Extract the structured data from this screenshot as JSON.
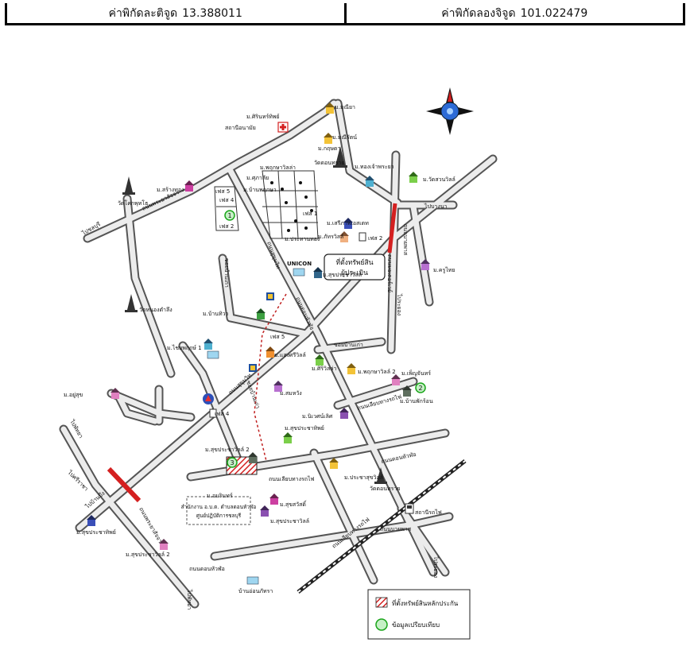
{
  "coordinates": {
    "lat_label": "ค่าพิกัดละติจูด",
    "lat_value": "13.388011",
    "lon_label": "ค่าพิกัดลองจิจูด",
    "lon_value": "101.022479"
  },
  "colors": {
    "road_fill": "#ececec",
    "road_edge": "#555555",
    "subject_red": "#d42020",
    "marker_green": "#1aa51a",
    "railway": "#222222"
  },
  "compass": {
    "icon": "compass-rose-icon"
  },
  "place_labels": {
    "moo_maneeya": "ม.มณียา",
    "moo_sirinthip": "ม.ศิรินทร์ทิพย์",
    "hospital": "สถานีอนามัย",
    "moo_kritsada": "ม.กฤษดา",
    "moo_manee": "ม.มณีรัตน์",
    "wat_road": "วัดดอนทราย",
    "moo_pruksa": "ม.พฤกษาวิลล่า",
    "moo_supha": "ม.ศุภาลัย",
    "moo_baan_pruksa": "ม.บ้านพฤกษา",
    "moo_thong": "ม.ทองเจ้าพระยา",
    "phase5": "เฟส 5",
    "phase4": "เฟส 4",
    "phase2": "เฟส 2",
    "phase1": "เฟส 1",
    "unicon": "UNICON",
    "subject_box_1": "ที่ตั้งทรัพย์สิน",
    "subject_box_2": "ผู้ประเมิน",
    "moo_sukprachakit": "ม.สุขประชาวิลล์",
    "wat_nok": "วัดโคกพุทโธ",
    "moo_seri": "ม.เสรีภาพเอสเตท",
    "moo_pat": "ม.ภัทรวิลล์",
    "moo_pratanthong": "ม.ประทานทอง",
    "moo_kruthai": "ม.ครูไทย",
    "moo_baantiwa": "ม.บ้านทิวา",
    "moo_chaiyaphruek": "ม.ไชยพฤกษ์ 1",
    "moo_sawangsri": "ม.แสงศรีวิลล์",
    "moo_sirivilla": "ม.ศิริวิลล่า",
    "moo_pruksa2": "ม.พฤกษาวิลล์ 2",
    "moo_panchan": "ม.เพ็ญจันทร์",
    "moo_samneum": "ม.สมหวัง",
    "moo_yu": "ม.อยู่สุข",
    "moo_ban_puk": "ม.บ้านพักร้อน",
    "moo_niwet": "ม.นิเวศน์เลิศ",
    "moo_sukprachathip": "ม.สุขประชาทิพย์",
    "moo_sukpracha2": "ม.สุขประชาวิลล์ 2",
    "moo_pracha": "ม.ประชาสุขวิลล์",
    "moo_suksawat": "ม.สุขสวัสดิ์",
    "moo_amrin": "ม.อมรินทร์",
    "wat_nong": "วัดหนองตำลึง",
    "station": "สถานีรถไฟ",
    "moo_sangthong": "ม.สร้างทอง",
    "government_office": "สำนักงาน อ.บ.ต. ตำบลดอนหัวฬ่อ",
    "government_office_2": "ศูนย์ปฏิบัติการชลบุรี",
    "ban_onbhadra": "บ้านอ่อนภัทรา",
    "moo_watsuan": "ม.วัดสวนวิลล์",
    "to_chonburi": "ไปชลบุรี",
    "to_bangna": "ไปบางนา",
    "to_rayong": "ไประยอง",
    "to_pattaya": "ไปพัทยา",
    "to_banbueng": "ไปบ้านบึง",
    "to_sriracha": "ไปศรีราชา",
    "road_main_1": "ถนนสุขุมวิท",
    "road_main_2": "ถนนพระยาสัจจา",
    "road_motorway": "ถนนมอเตอร์เวย์",
    "road_bypass": "ถนนบายพาส",
    "road_donhua": "ถนนดอนหัวฬ่อ",
    "road_rail": "ถนนเลียบทางรถไฟ",
    "road_side": "ซอยบ้านเก่า"
  },
  "legend": {
    "subject_label": "ที่ตั้งทรัพย์สินหลักประกัน",
    "compare_label": "ข้อมูลเปรียบเทียบ",
    "subject_icon": "hatched-red-square-icon",
    "compare_icon": "green-circle-icon"
  },
  "markers": {
    "m1": "1",
    "m2": "2",
    "m3": "3"
  }
}
